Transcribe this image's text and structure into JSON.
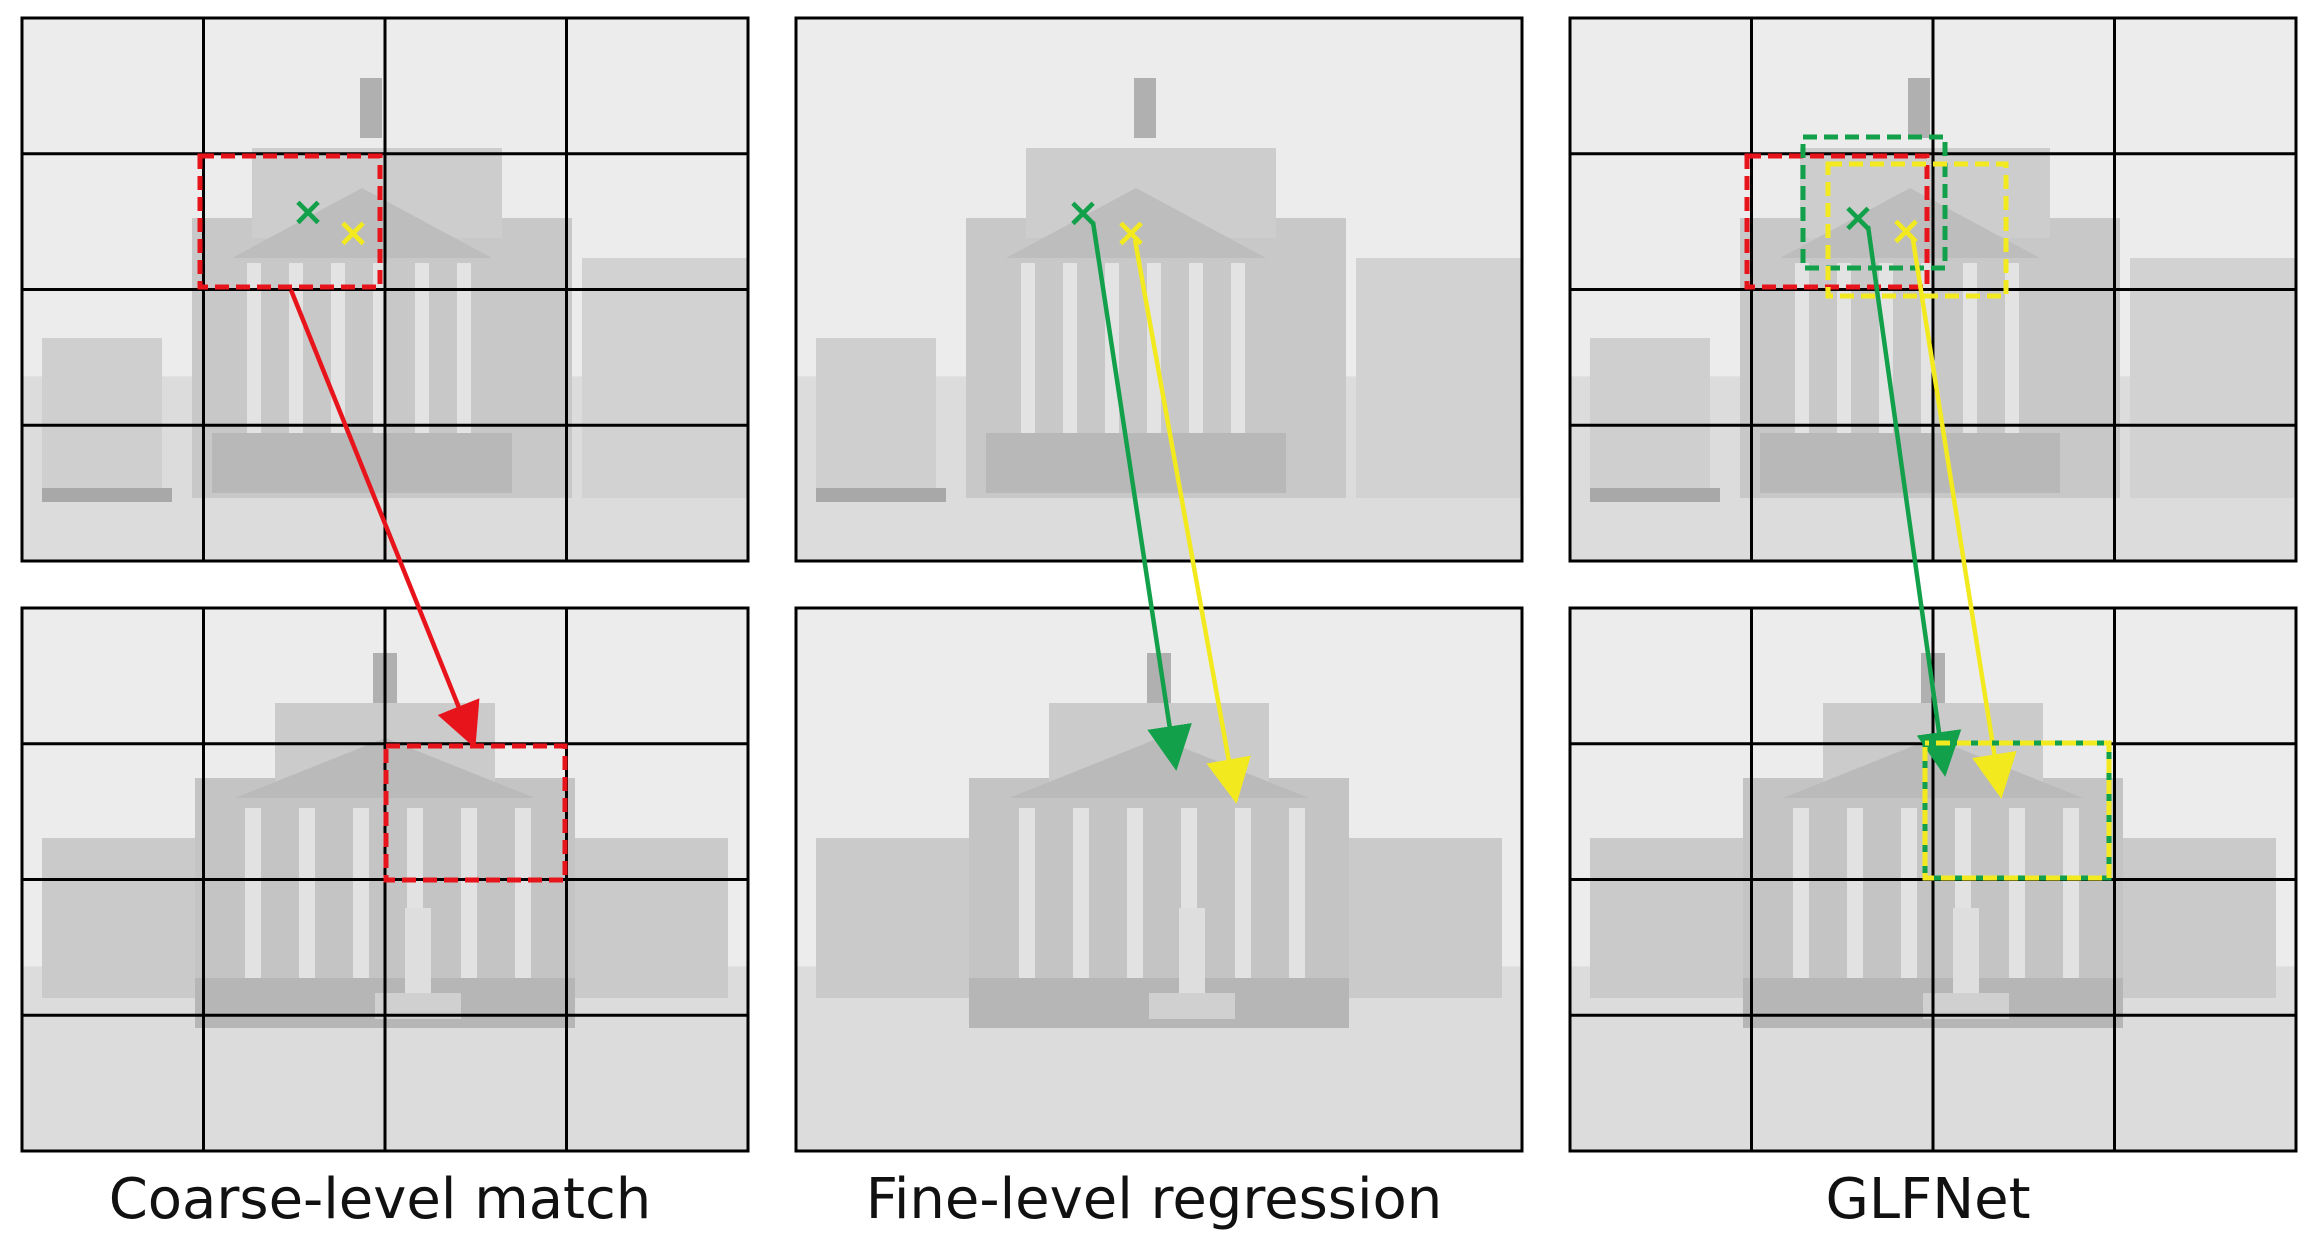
{
  "panels": [
    {
      "id": "coarse",
      "caption": "Coarse-level match",
      "highlight_color": "#e8141b"
    },
    {
      "id": "fine",
      "caption": "Fine-level regression",
      "highlight_color": "#12a04a"
    },
    {
      "id": "glfnet",
      "caption": "GLFNet",
      "highlight_color": "#f2ea1f"
    }
  ],
  "colors": {
    "red": "#e8141b",
    "green": "#12a04a",
    "yellow": "#f2ea1f",
    "grid": "#000000"
  },
  "markers": {
    "green": "×",
    "yellow": "×"
  }
}
